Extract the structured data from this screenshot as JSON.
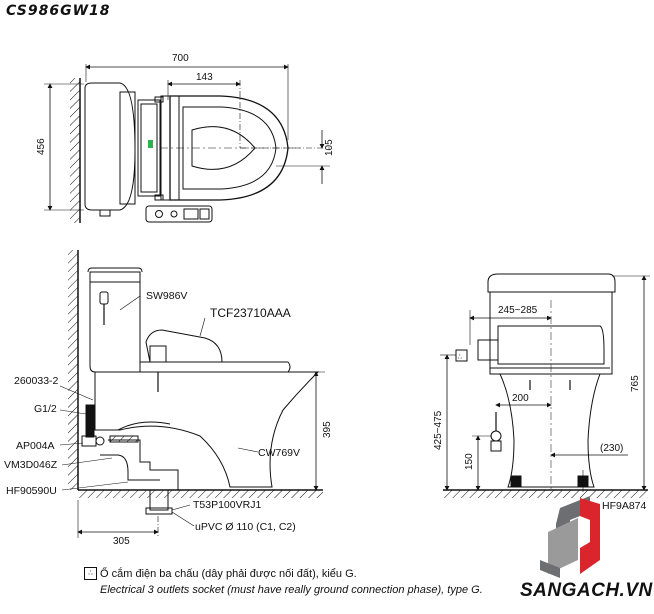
{
  "title": "CS986GW18",
  "top_view": {
    "width": "700",
    "seat_offset": "143",
    "depth": "456",
    "seat_gap": "105"
  },
  "side_view": {
    "tank_model": "SW986V",
    "seat_model": "TCF23710AAA",
    "part_260033": "260033-2",
    "part_g12": "G1/2",
    "part_ap004a": "AP004A",
    "part_vm3d046z": "VM3D046Z",
    "part_hf90590u": "HF90590U",
    "bowl_model": "CW769V",
    "height_395": "395",
    "pipe_model": "T53P100VRJ1",
    "upvc": "uPVC Ø 110 (C1, C2)",
    "rough_in": "305"
  },
  "front_view": {
    "range_245": "245~285",
    "height_765": "765",
    "range_425": "425~475",
    "dim_200": "200",
    "dim_150": "150",
    "dim_230": "(230)",
    "part_hf9a874": "HF9A874"
  },
  "notes": {
    "vi": "Ổ cắm điện ba chấu (dây phải được nối đất), kiểu G.",
    "en": "Electrical 3 outlets socket (must have really ground connection phase), type G."
  },
  "brand": "SANGACH.VN",
  "colors": {
    "line": "#111111",
    "indicator": "#2db34a",
    "logo_red": "#d9252b",
    "logo_gray": "#6d6e71"
  }
}
